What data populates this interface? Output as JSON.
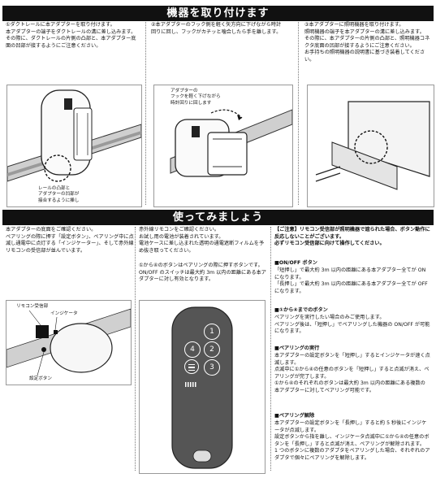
{
  "section1": {
    "title": "機器を取り付けます",
    "col1_text": "①ダクトレールに本アダプターを取り付けます。\n本アダプターの端子をダクトレールの溝に差し込みます。\nその際に、ダクトレールの片側の凸部と、本アダプター底面の凹部が接するようにご注意ください。",
    "col2_text": "②本アダプターのフック側を軽く矢方向に下げながら時計回りに回し、フックがカチッと噛合したら手を離します。",
    "col3_text": "③本アダプターに照明機器を取り付けます。\n照明機器の端子を本アダプターの溝に差し込みます。\nその際に、本アダプターの片側の凸部と、照明機器コネクタ底面の凹部が接するようにご注意ください。\nお手持ちの照明機器の説明書に基づき装着してください。",
    "fig1_label": "レールの凸部と\nアダプターの凹部が\n接合するように挿し",
    "fig2_label": "アダプターの\nフックを軽く下げながら\n時計回りに回します"
  },
  "section2": {
    "title": "使ってみましょう",
    "col1_text": "本アダプターの底面をご確認ください。\nペアリングの際に押す「設定ボタン」、ペアリング中に点滅し通電中に点灯する「インジケーター」、そして赤外線リモコンの受信部が並んでいます。",
    "col2_text_a": "赤外線リモコンをご確認ください。\nお試し用の電池が装着されています。\n電池ケースに差し込まれた透明の通電遮断フィルムを予め抜き取ってください。",
    "col2_text_b": "①から④のボタンはペアリングの際に押すボタンです。\nON/OFF のスイッチは最大約 3m 以内の距離にある本アダプターに対し有効となります。",
    "fig_labels": {
      "receiver": "リモコン受信部",
      "indicator": "インジケータ",
      "setting": "設定ボタン"
    },
    "remote_buttons": [
      "1",
      "2",
      "3",
      "4"
    ],
    "notice": "【ご注意】リモコン受信部が照明機器で遮られた場合、ボタン動作に反応しないことがございます。\n必ずリモコン受信部に向けて操作してください。",
    "onoff_heading": "■ON/OFF ボタン",
    "onoff_text": "「短押し」で最大約 3m 以内の距離にある本アダプター全てが ON になります。\n「長押し」で最大約 3m 以内の距離にある本アダプター全てが OFF になります。",
    "btn14_heading": "■①から④までのボタン",
    "btn14_text": "ペアリングを実行したい場合のみご使用します。\nペアリング後は、「短押し」でペアリングした機器の ON/OFF が可能になります。",
    "pair_heading": "■ペアリングの実行",
    "pair_text": "本アダプターの設定ボタンを「短押し」するとインジケータが速く点滅します。\n点滅中に①から④の任意のボタンを「短押し」すると点滅が消え、ペアリングが完了します。\n①から④のそれぞれのボタンは最大約 3m 以内の距離にある複数の本アダプターに対してペアリング可能です。",
    "unpair_heading": "■ペアリング解除",
    "unpair_text": "本アダプターの設定ボタンを「長押し」すると約 5 秒後にインジケータが点滅します。\n設定ボタンから指を離し、インジケータ点滅中に①から④の任意のボタンを「長押し」すると点滅が消え、ペアリングが解除されます。\n1 つのボタンに複数のアダプタをペアリングした場合、それぞれのアダプタで個々にペアリングを解除します。"
  }
}
